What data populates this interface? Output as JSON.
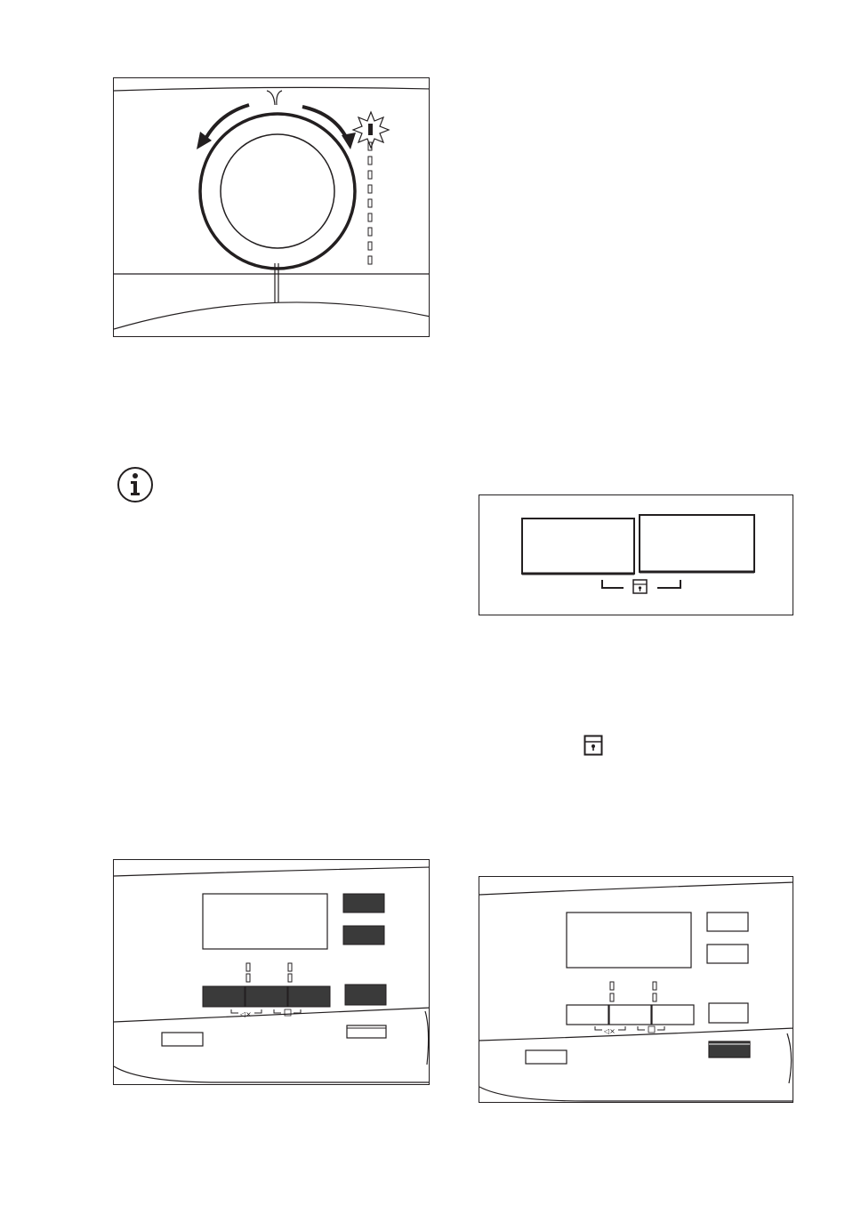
{
  "figures": [
    {
      "id": "program-dial",
      "description_name": "dial-figure"
    },
    {
      "id": "door-lock-display",
      "description_name": "lock-display-figure"
    },
    {
      "id": "control-panel-dark-buttons",
      "description_name": "control-panel-figure-1"
    },
    {
      "id": "control-panel-highlight-start",
      "description_name": "control-panel-figure-2"
    }
  ],
  "icons": {
    "info": "info-icon",
    "lock": "door-lock-icon",
    "sun": "light-indicator-icon",
    "rotate_left": "rotate-left-arrow-icon",
    "rotate_right": "rotate-right-arrow-icon"
  },
  "colors": {
    "line": "#231f20",
    "button_dark": "#3a3a3a",
    "background": "#ffffff"
  }
}
